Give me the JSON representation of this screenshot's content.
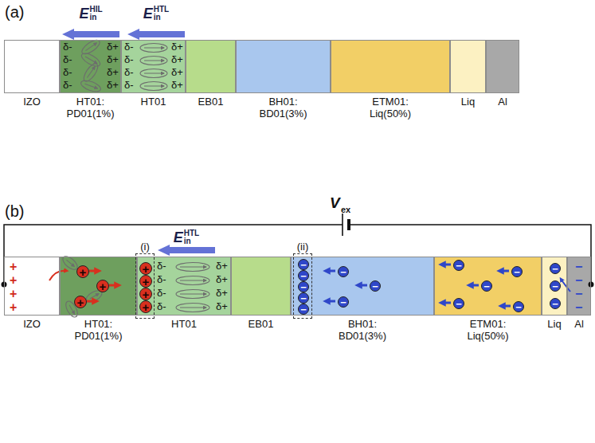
{
  "diagram": {
    "nodes": [
      {
        "text": [
          "E",
          "HIL",
          "in"
        ]
      },
      {
        "text": [
          "E",
          "HTL",
          "in"
        ]
      },
      {
        "text": [
          "IZO"
        ]
      },
      {
        "text": [
          "HT01: PD01(1%)"
        ]
      },
      {
        "text": [
          "HT01"
        ]
      },
      {
        "text": [
          "EB01"
        ]
      },
      {
        "text": [
          "BH01: BD01(3%)"
        ]
      },
      {
        "text": [
          "ETM01: Liq(50%)"
        ]
      },
      {
        "text": [
          "Liq"
        ]
      },
      {
        "text": [
          "Al"
        ]
      },
      {
        "text": [
          "E",
          "HTL",
          "in"
        ]
      },
      {
        "text": [
          "(i)"
        ]
      },
      {
        "text": [
          "(ii)"
        ]
      },
      {
        "text": [
          "IZO"
        ]
      },
      {
        "text": [
          "HT01: PD01(1%)"
        ]
      },
      {
        "text": [
          "HT01"
        ]
      },
      {
        "text": [
          "EB01"
        ]
      },
      {
        "text": [
          "BH01: BD01(3%)"
        ]
      },
      {
        "text": [
          "ETM01: Liq(50%)"
        ]
      },
      {
        "text": [
          "Liq"
        ]
      },
      {
        "text": [
          "Al"
        ]
      },
      {
        "text": [
          "+"
        ],
        "in": 14
      },
      {
        "text": [
          "+"
        ],
        "in": 14
      },
      {
        "text": [
          "+"
        ],
        "in": 14
      },
      {
        "text": [
          "+"
        ],
        "in": 11
      },
      {
        "text": [
          "+"
        ],
        "in": 11
      },
      {
        "text": [
          "+"
        ],
        "in": 11
      },
      {
        "text": [
          "+"
        ],
        "in": 11
      },
      {
        "text": [
          "−"
        ],
        "in": 12
      },
      {
        "text": [
          "−"
        ],
        "in": 12
      },
      {
        "text": [
          "−"
        ],
        "in": 12
      },
      {
        "text": [
          "−"
        ],
        "in": 12
      },
      {
        "text": [
          "−"
        ],
        "in": 12
      },
      {
        "text": [
          "−"
        ],
        "in": 17
      },
      {
        "text": [
          "−"
        ],
        "in": 17
      },
      {
        "text": [
          "−"
        ],
        "in": 17
      },
      {
        "text": [
          "−"
        ],
        "in": 18
      },
      {
        "text": [
          "−"
        ],
        "in": 18
      },
      {
        "text": [
          "−"
        ],
        "in": 18
      },
      {
        "text": [
          "−"
        ],
        "in": 18
      },
      {
        "text": [
          "−"
        ],
        "in": 18
      },
      {
        "text": [
          "−"
        ],
        "in": 19
      },
      {
        "text": [
          "−"
        ],
        "in": 19
      },
      {
        "text": [
          "−"
        ],
        "in": 19
      }
    ],
    "labels": [
      "(a)",
      "δ-",
      "δ-",
      "δ-",
      "δ-",
      "δ+",
      "δ+",
      "δ+",
      "δ+",
      "δ-",
      "δ-",
      "δ-",
      "δ-",
      "δ+",
      "δ+",
      "δ+",
      "δ+",
      "(b)",
      "V",
      "ex",
      "δ-",
      "δ-",
      "δ-",
      "δ-",
      "δ+",
      "δ+",
      "δ+",
      "δ+",
      "+",
      "+",
      "+",
      "+",
      "−",
      "−",
      "−",
      "−"
    ]
  }
}
